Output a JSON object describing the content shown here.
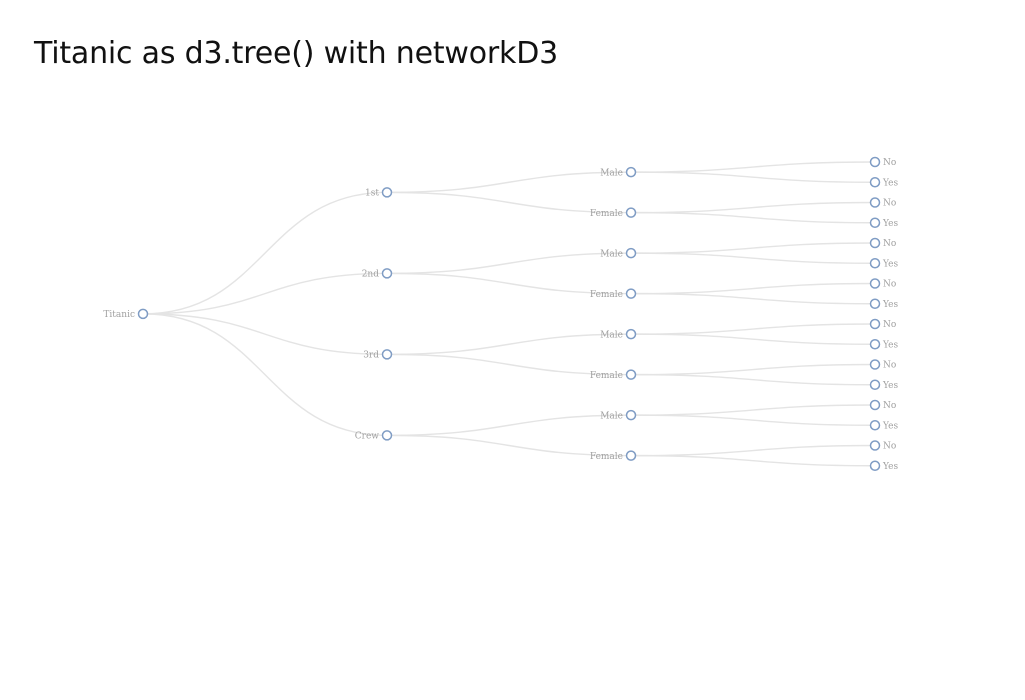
{
  "page": {
    "title": "Titanic as d3.tree() with networkD3"
  },
  "tree": {
    "name": "Titanic",
    "children": [
      {
        "name": "1st",
        "children": [
          {
            "name": "Male",
            "children": [
              {
                "name": "No"
              },
              {
                "name": "Yes"
              }
            ]
          },
          {
            "name": "Female",
            "children": [
              {
                "name": "No"
              },
              {
                "name": "Yes"
              }
            ]
          }
        ]
      },
      {
        "name": "2nd",
        "children": [
          {
            "name": "Male",
            "children": [
              {
                "name": "No"
              },
              {
                "name": "Yes"
              }
            ]
          },
          {
            "name": "Female",
            "children": [
              {
                "name": "No"
              },
              {
                "name": "Yes"
              }
            ]
          }
        ]
      },
      {
        "name": "3rd",
        "children": [
          {
            "name": "Male",
            "children": [
              {
                "name": "No"
              },
              {
                "name": "Yes"
              }
            ]
          },
          {
            "name": "Female",
            "children": [
              {
                "name": "No"
              },
              {
                "name": "Yes"
              }
            ]
          }
        ]
      },
      {
        "name": "Crew",
        "children": [
          {
            "name": "Male",
            "children": [
              {
                "name": "No"
              },
              {
                "name": "Yes"
              }
            ]
          },
          {
            "name": "Female",
            "children": [
              {
                "name": "No"
              },
              {
                "name": "Yes"
              }
            ]
          }
        ]
      }
    ]
  },
  "colors": {
    "node_stroke": "#7f9cc4",
    "link_stroke": "#e4e4e4",
    "label_text": "#a0a0a0"
  }
}
